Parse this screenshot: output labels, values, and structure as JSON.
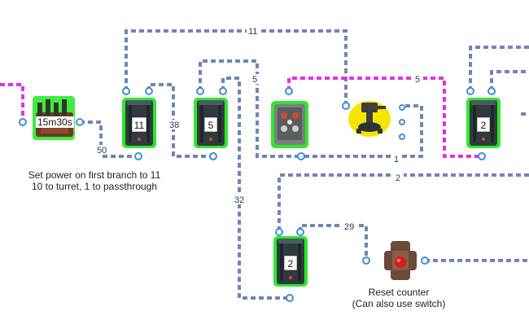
{
  "timer": {
    "label": "15m30s"
  },
  "batteries": [
    {
      "id": "battery-1",
      "value": "11"
    },
    {
      "id": "battery-2",
      "value": "5"
    },
    {
      "id": "battery-3",
      "value": "2"
    },
    {
      "id": "battery-4",
      "value": "2"
    }
  ],
  "wire_labels": {
    "top_loop": "11",
    "pink_branch": "5",
    "to_battery_2": "5",
    "timer_out": "50",
    "battery_1_out": "38",
    "long_down": "32",
    "turret_return": "1",
    "counter_feed": "2",
    "reset_link": "29"
  },
  "captions": {
    "branch_note_line1": "Set power on first branch to 11",
    "branch_note_line2": "10 to turret, 1 to passthrough",
    "reset_line1": "Reset counter",
    "reset_line2": "(Can also use switch)"
  },
  "colors": {
    "wire": "#6f86b5",
    "powered_wire": "#e42fe4",
    "battery_glow": "#2ee82e",
    "turret_glow": "#f5e600",
    "port": "#3d8fd6"
  },
  "icons": [
    "timer-icon",
    "battery-icon",
    "splitter-icon",
    "turret-icon",
    "reset-button-icon"
  ]
}
